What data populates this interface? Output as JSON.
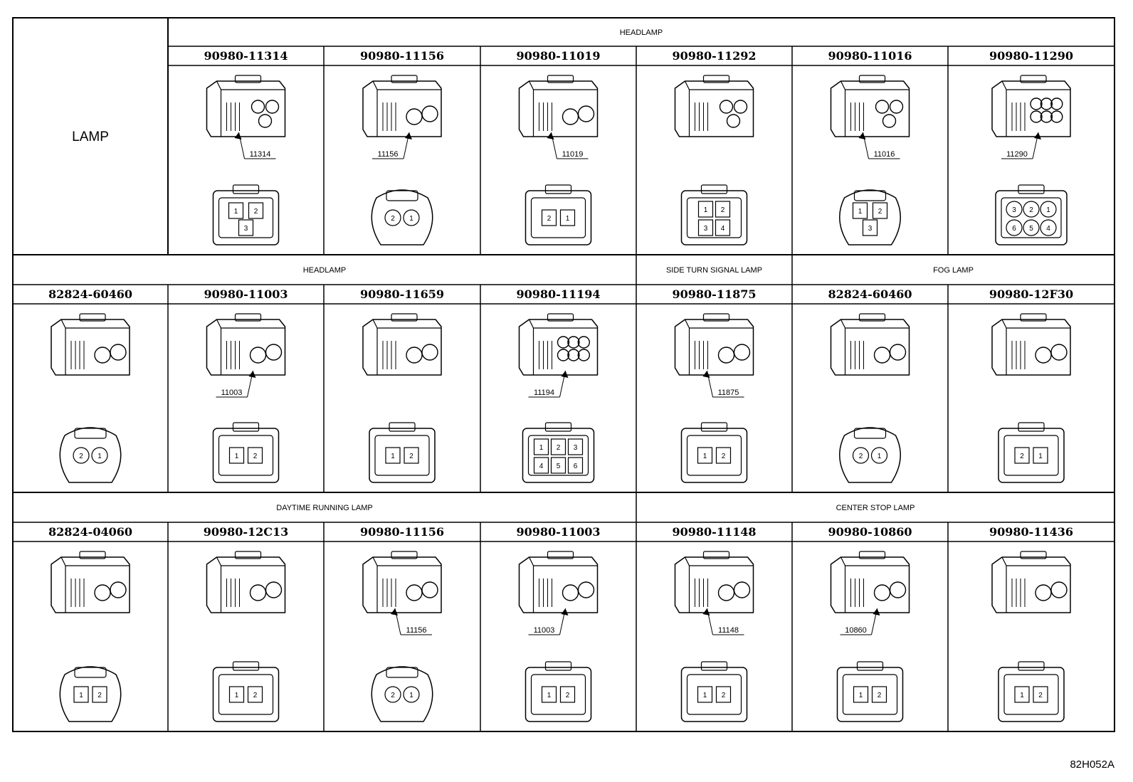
{
  "lamp_label": "LAMP",
  "figure_ref": "82H052A",
  "rows": [
    {
      "headers": [
        {
          "text": "HEADLAMP",
          "col": 1,
          "span": 6
        }
      ],
      "cells": [
        {
          "part": "90980-11314",
          "tag": "11314",
          "style": "box3",
          "pins": [
            "1",
            "2",
            "3"
          ]
        },
        {
          "part": "90980-11156",
          "tag": "11156",
          "style": "round2",
          "pins": [
            "2",
            "1"
          ]
        },
        {
          "part": "90980-11019",
          "tag": "11019",
          "style": "small2",
          "pins": [
            "2",
            "1"
          ]
        },
        {
          "part": "90980-11292",
          "tag": "",
          "style": "quad4",
          "pins": [
            "1",
            "2",
            "3",
            "4"
          ]
        },
        {
          "part": "90980-11016",
          "tag": "11016",
          "style": "tri3",
          "pins": [
            "1",
            "2",
            "3"
          ]
        },
        {
          "part": "90980-11290",
          "tag": "11290",
          "style": "hex6",
          "pins": [
            "3",
            "2",
            "1",
            "6",
            "5",
            "4"
          ]
        }
      ]
    },
    {
      "headers": [
        {
          "text": "HEADLAMP",
          "col": 0,
          "span": 4
        },
        {
          "text": "SIDE TURN SIGNAL LAMP",
          "col": 4,
          "span": 1
        },
        {
          "text": "FOG LAMP",
          "col": 5,
          "span": 2
        }
      ],
      "cells": [
        {
          "part": "82824-60460",
          "tag": "",
          "style": "round2",
          "pins": [
            "2",
            "1"
          ]
        },
        {
          "part": "90980-11003",
          "tag": "11003",
          "style": "sq2",
          "pins": [
            "1",
            "2"
          ]
        },
        {
          "part": "90980-11659",
          "tag": "",
          "style": "clip2",
          "pins": [
            "1",
            "2"
          ]
        },
        {
          "part": "90980-11194",
          "tag": "11194",
          "style": "six",
          "pins": [
            "1",
            "2",
            "3",
            "4",
            "5",
            "6"
          ]
        },
        {
          "part": "90980-11875",
          "tag": "11875",
          "style": "flat2",
          "pins": [
            "1",
            "2"
          ]
        },
        {
          "part": "82824-60460",
          "tag": "",
          "style": "round2",
          "pins": [
            "2",
            "1"
          ]
        },
        {
          "part": "90980-12F30",
          "tag": "",
          "style": "mini2",
          "pins": [
            "2",
            "1"
          ]
        }
      ]
    },
    {
      "headers": [
        {
          "text": "DAYTIME RUNNING LAMP",
          "col": 0,
          "span": 4
        },
        {
          "text": "CENTER STOP LAMP",
          "col": 4,
          "span": 3
        }
      ],
      "cells": [
        {
          "part": "82824-04060",
          "tag": "",
          "style": "oval2",
          "pins": [
            "1",
            "2"
          ]
        },
        {
          "part": "90980-12C13",
          "tag": "",
          "style": "tall2",
          "pins": [
            "1",
            "2"
          ]
        },
        {
          "part": "90980-11156",
          "tag": "11156",
          "style": "round2",
          "pins": [
            "2",
            "1"
          ]
        },
        {
          "part": "90980-11003",
          "tag": "11003",
          "style": "sq2",
          "pins": [
            "1",
            "2"
          ]
        },
        {
          "part": "90980-11148",
          "tag": "11148",
          "style": "wide2",
          "pins": [
            "1",
            "2"
          ]
        },
        {
          "part": "90980-10860",
          "tag": "10860",
          "style": "tall2b",
          "pins": [
            "1",
            "2"
          ]
        },
        {
          "part": "90980-11436",
          "tag": "",
          "style": "rect2",
          "pins": [
            "1",
            "2"
          ]
        }
      ]
    }
  ]
}
